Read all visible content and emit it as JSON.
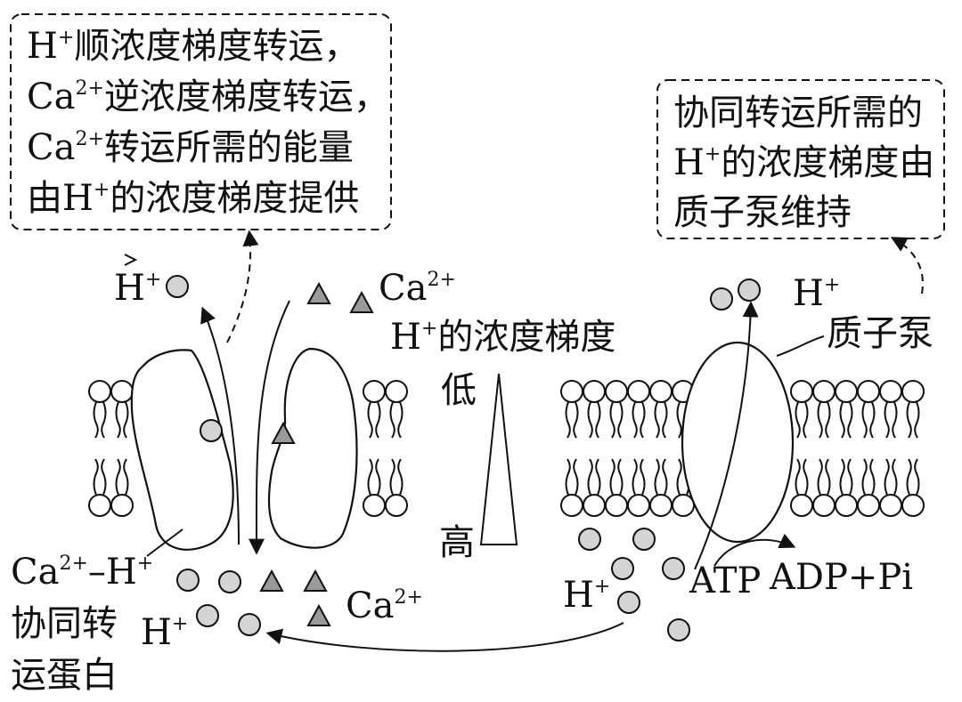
{
  "note_left": {
    "lines": [
      {
        "pre": "H",
        "sup": "+",
        "post": "顺浓度梯度转运，"
      },
      {
        "pre": "Ca",
        "sup": "2+",
        "post": "逆浓度梯度转运，"
      },
      {
        "pre": "Ca",
        "sup": "2+",
        "post": "转运所需的能量"
      },
      {
        "pre": "由H",
        "sup": "+",
        "post": "的浓度梯度提供"
      }
    ]
  },
  "note_right": {
    "lines": [
      {
        "pre": "协同转运所需的",
        "sup": "",
        "post": ""
      },
      {
        "pre": "H",
        "sup": "+",
        "post": "的浓度梯度由"
      },
      {
        "pre": "质子泵维持",
        "sup": "",
        "post": ""
      }
    ]
  },
  "labels": {
    "h_symbol": "H",
    "h_charge": "+",
    "ca_symbol": "Ca",
    "ca_charge": "2+",
    "gradient_title_pre": "H",
    "gradient_title_sup": "+",
    "gradient_title_post": "的浓度梯度",
    "gradient_low": "低",
    "gradient_high": "高",
    "proton_pump": "质子泵",
    "atp": "ATP",
    "adp_pi": "ADP+Pi",
    "cotransporter_line1_a": "Ca",
    "cotransporter_line1_sup_a": "2+",
    "cotransporter_line1_b": "–H",
    "cotransporter_line1_sup_b": "+",
    "cotransporter_line2": "协同转",
    "cotransporter_line3": "运蛋白"
  },
  "colors": {
    "ion_fill": "#d4d4d4",
    "ca_fill": "#9a9a9a",
    "stroke": "#111111"
  }
}
